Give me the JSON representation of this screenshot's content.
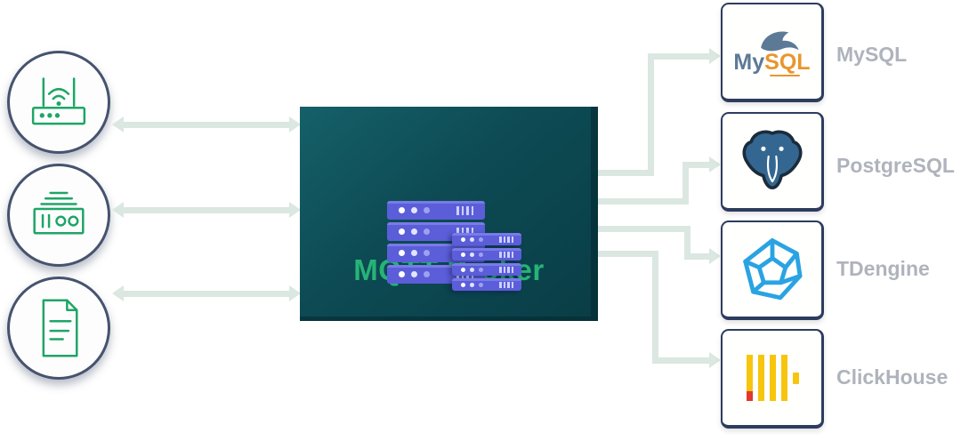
{
  "broker": {
    "title": "MQTT Broker"
  },
  "devices": [
    {
      "name": "wifi-router"
    },
    {
      "name": "iot-gateway"
    },
    {
      "name": "data-file"
    }
  ],
  "databases": [
    {
      "label": "MySQL"
    },
    {
      "label": "PostgreSQL"
    },
    {
      "label": "TDengine"
    },
    {
      "label": "ClickHouse"
    }
  ],
  "mysql_logo": {
    "my": "My",
    "sql": "SQL"
  },
  "colors": {
    "broker_bg": "#0d4a53",
    "broker_title_green": "#27b377",
    "connector_mint": "#dbe7e1",
    "device_icon_green": "#1fa566",
    "server_rack_purple": "#5b5ed8",
    "db_label_gray": "#9aa1ac",
    "card_border_navy": "#2d3c5e",
    "mysql_blue": "#5c7a96",
    "mysql_orange": "#e8962e",
    "postgres_blue": "#336791",
    "tdengine_blue": "#2aa3e3",
    "clickhouse_yellow": "#f6c50e",
    "clickhouse_red": "#e2382e"
  }
}
